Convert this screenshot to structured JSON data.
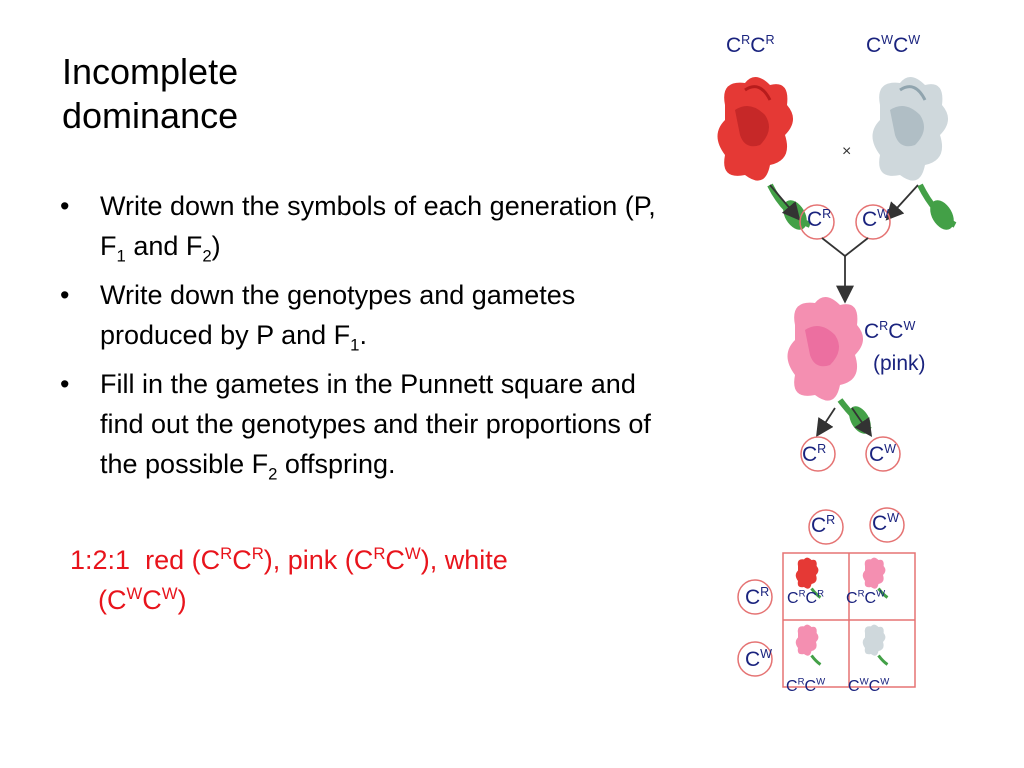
{
  "slide": {
    "title_line1": "Incomplete",
    "title_line2": "dominance"
  },
  "bullets": [
    {
      "pre": "Write down the symbols of each generation (P, F",
      "sub1": "1",
      "mid": " and F",
      "sub2": "2",
      "post": ")"
    },
    {
      "pre": "Write down the genotypes and gametes produced by P and F",
      "sub1": "1",
      "post": "."
    },
    {
      "pre": "Fill in the gametes in the Punnett square and find out the genotypes and their proportions of the possible F",
      "sub1": "2",
      "post": " offspring."
    }
  ],
  "answer": {
    "ratio": "1:2:1",
    "red_word": "red (C",
    "pink_word": "), pink (C",
    "white_word": "), white",
    "line2_open": "(C",
    "close": ")",
    "R": "R",
    "W": "W",
    "C": "C"
  },
  "diagram": {
    "letter": "C",
    "R": "R",
    "W": "W",
    "cross_symbol": "×",
    "pink_label": "(pink)",
    "colors": {
      "red_flower": "#e53935",
      "white_flower": "#cfd8dc",
      "pink_flower": "#f48fb1",
      "stem": "#43a047",
      "circle": "#e57373",
      "grid": "#e57373",
      "label": "#1a237e"
    }
  }
}
